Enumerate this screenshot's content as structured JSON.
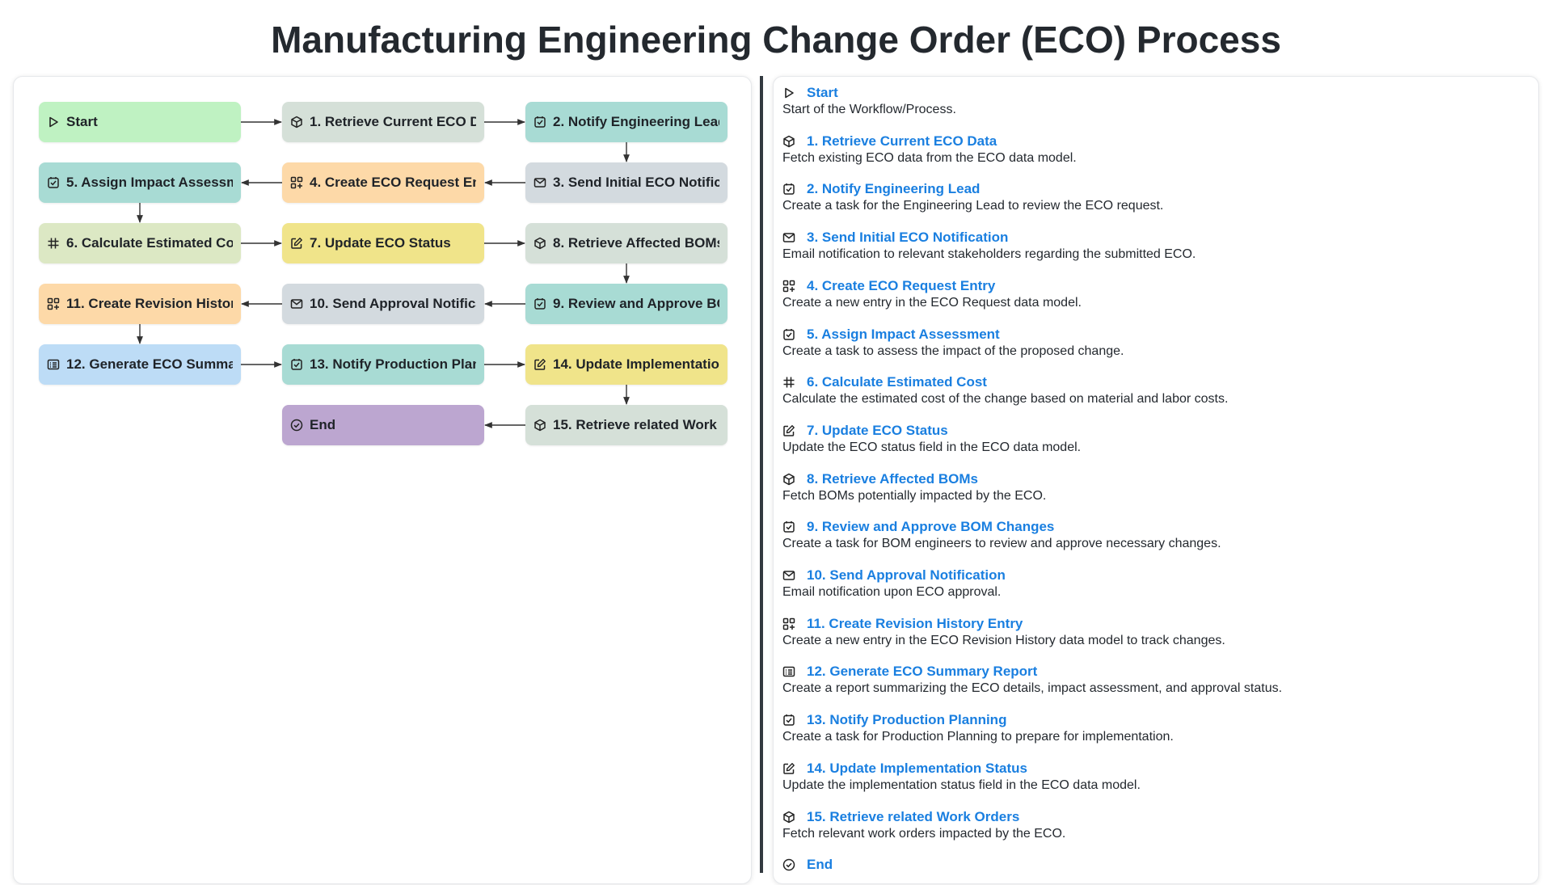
{
  "page_title": "Manufacturing Engineering Change Order (ECO) Process",
  "colors": {
    "green": "#bff2c2",
    "sage": "#d5e0d8",
    "teal": "#a8dbd4",
    "slate": "#d3dadf",
    "orange": "#fdd9a8",
    "lime": "#dce8c4",
    "yellow": "#f0e48a",
    "blue": "#bddcf6",
    "purple": "#bca6d0",
    "link": "#1a7fe0"
  },
  "nodes": [
    {
      "id": "start",
      "label": "Start",
      "icon": "play-icon",
      "color": "#bff2c2"
    },
    {
      "id": "n1",
      "label": "1. Retrieve Current ECO Data",
      "icon": "cube-icon",
      "color": "#d5e0d8"
    },
    {
      "id": "n2",
      "label": "2. Notify Engineering Lead",
      "icon": "task-check-icon",
      "color": "#a8dbd4"
    },
    {
      "id": "n3",
      "label": "3. Send Initial ECO Notification",
      "icon": "mail-icon",
      "color": "#d3dadf"
    },
    {
      "id": "n4",
      "label": "4. Create ECO Request Entry",
      "icon": "grid-plus-icon",
      "color": "#fdd9a8"
    },
    {
      "id": "n5",
      "label": "5. Assign Impact Assessment",
      "icon": "task-check-icon",
      "color": "#a8dbd4"
    },
    {
      "id": "n6",
      "label": "6. Calculate Estimated Cost",
      "icon": "hash-icon",
      "color": "#dce8c4"
    },
    {
      "id": "n7",
      "label": "7. Update ECO Status",
      "icon": "edit-icon",
      "color": "#f0e48a"
    },
    {
      "id": "n8",
      "label": "8. Retrieve Affected BOMs",
      "icon": "cube-icon",
      "color": "#d5e0d8"
    },
    {
      "id": "n9",
      "label": "9. Review and Approve BOM Changes",
      "icon": "task-check-icon",
      "color": "#a8dbd4"
    },
    {
      "id": "n10",
      "label": "10. Send Approval Notification",
      "icon": "mail-icon",
      "color": "#d3dadf"
    },
    {
      "id": "n11",
      "label": "11. Create Revision History Entry",
      "icon": "grid-plus-icon",
      "color": "#fdd9a8"
    },
    {
      "id": "n12",
      "label": "12. Generate ECO Summary Report",
      "icon": "report-icon",
      "color": "#bddcf6"
    },
    {
      "id": "n13",
      "label": "13. Notify Production Planning",
      "icon": "task-check-icon",
      "color": "#a8dbd4"
    },
    {
      "id": "n14",
      "label": "14. Update Implementation Status",
      "icon": "edit-icon",
      "color": "#f0e48a"
    },
    {
      "id": "n15",
      "label": "15. Retrieve related Work Orders",
      "icon": "cube-icon",
      "color": "#d5e0d8"
    },
    {
      "id": "end",
      "label": "End",
      "icon": "check-circle-icon",
      "color": "#bca6d0"
    }
  ],
  "steps": [
    {
      "title": "Start",
      "icon": "play-icon",
      "desc": "Start of the Workflow/Process."
    },
    {
      "title": "1. Retrieve Current ECO Data",
      "icon": "cube-icon",
      "desc": "Fetch existing ECO data from the ECO data model."
    },
    {
      "title": "2. Notify Engineering Lead",
      "icon": "task-check-icon",
      "desc": "Create a task for the Engineering Lead to review the ECO request."
    },
    {
      "title": "3. Send Initial ECO Notification",
      "icon": "mail-icon",
      "desc": "Email notification to relevant stakeholders regarding the submitted ECO."
    },
    {
      "title": "4. Create ECO Request Entry",
      "icon": "grid-plus-icon",
      "desc": "Create a new entry in the ECO Request data model."
    },
    {
      "title": "5. Assign Impact Assessment",
      "icon": "task-check-icon",
      "desc": "Create a task to assess the impact of the proposed change."
    },
    {
      "title": "6. Calculate Estimated Cost",
      "icon": "hash-icon",
      "desc": "Calculate the estimated cost of the change based on material and labor costs."
    },
    {
      "title": "7. Update ECO Status",
      "icon": "edit-icon",
      "desc": "Update the ECO status field in the ECO data model."
    },
    {
      "title": "8. Retrieve Affected BOMs",
      "icon": "cube-icon",
      "desc": "Fetch BOMs potentially impacted by the ECO."
    },
    {
      "title": "9. Review and Approve BOM Changes",
      "icon": "task-check-icon",
      "desc": "Create a task for BOM engineers to review and approve necessary changes."
    },
    {
      "title": "10. Send Approval Notification",
      "icon": "mail-icon",
      "desc": "Email notification upon ECO approval."
    },
    {
      "title": "11. Create Revision History Entry",
      "icon": "grid-plus-icon",
      "desc": "Create a new entry in the ECO Revision History data model to track changes."
    },
    {
      "title": "12. Generate ECO Summary Report",
      "icon": "report-icon",
      "desc": "Create a report summarizing the ECO details, impact assessment, and approval status."
    },
    {
      "title": "13. Notify Production Planning",
      "icon": "task-check-icon",
      "desc": "Create a task for Production Planning to prepare for implementation."
    },
    {
      "title": "14. Update Implementation Status",
      "icon": "edit-icon",
      "desc": "Update the implementation status field in the ECO data model."
    },
    {
      "title": "15. Retrieve related Work Orders",
      "icon": "cube-icon",
      "desc": "Fetch relevant work orders impacted by the ECO."
    },
    {
      "title": "End",
      "icon": "check-circle-icon",
      "desc": ""
    }
  ]
}
